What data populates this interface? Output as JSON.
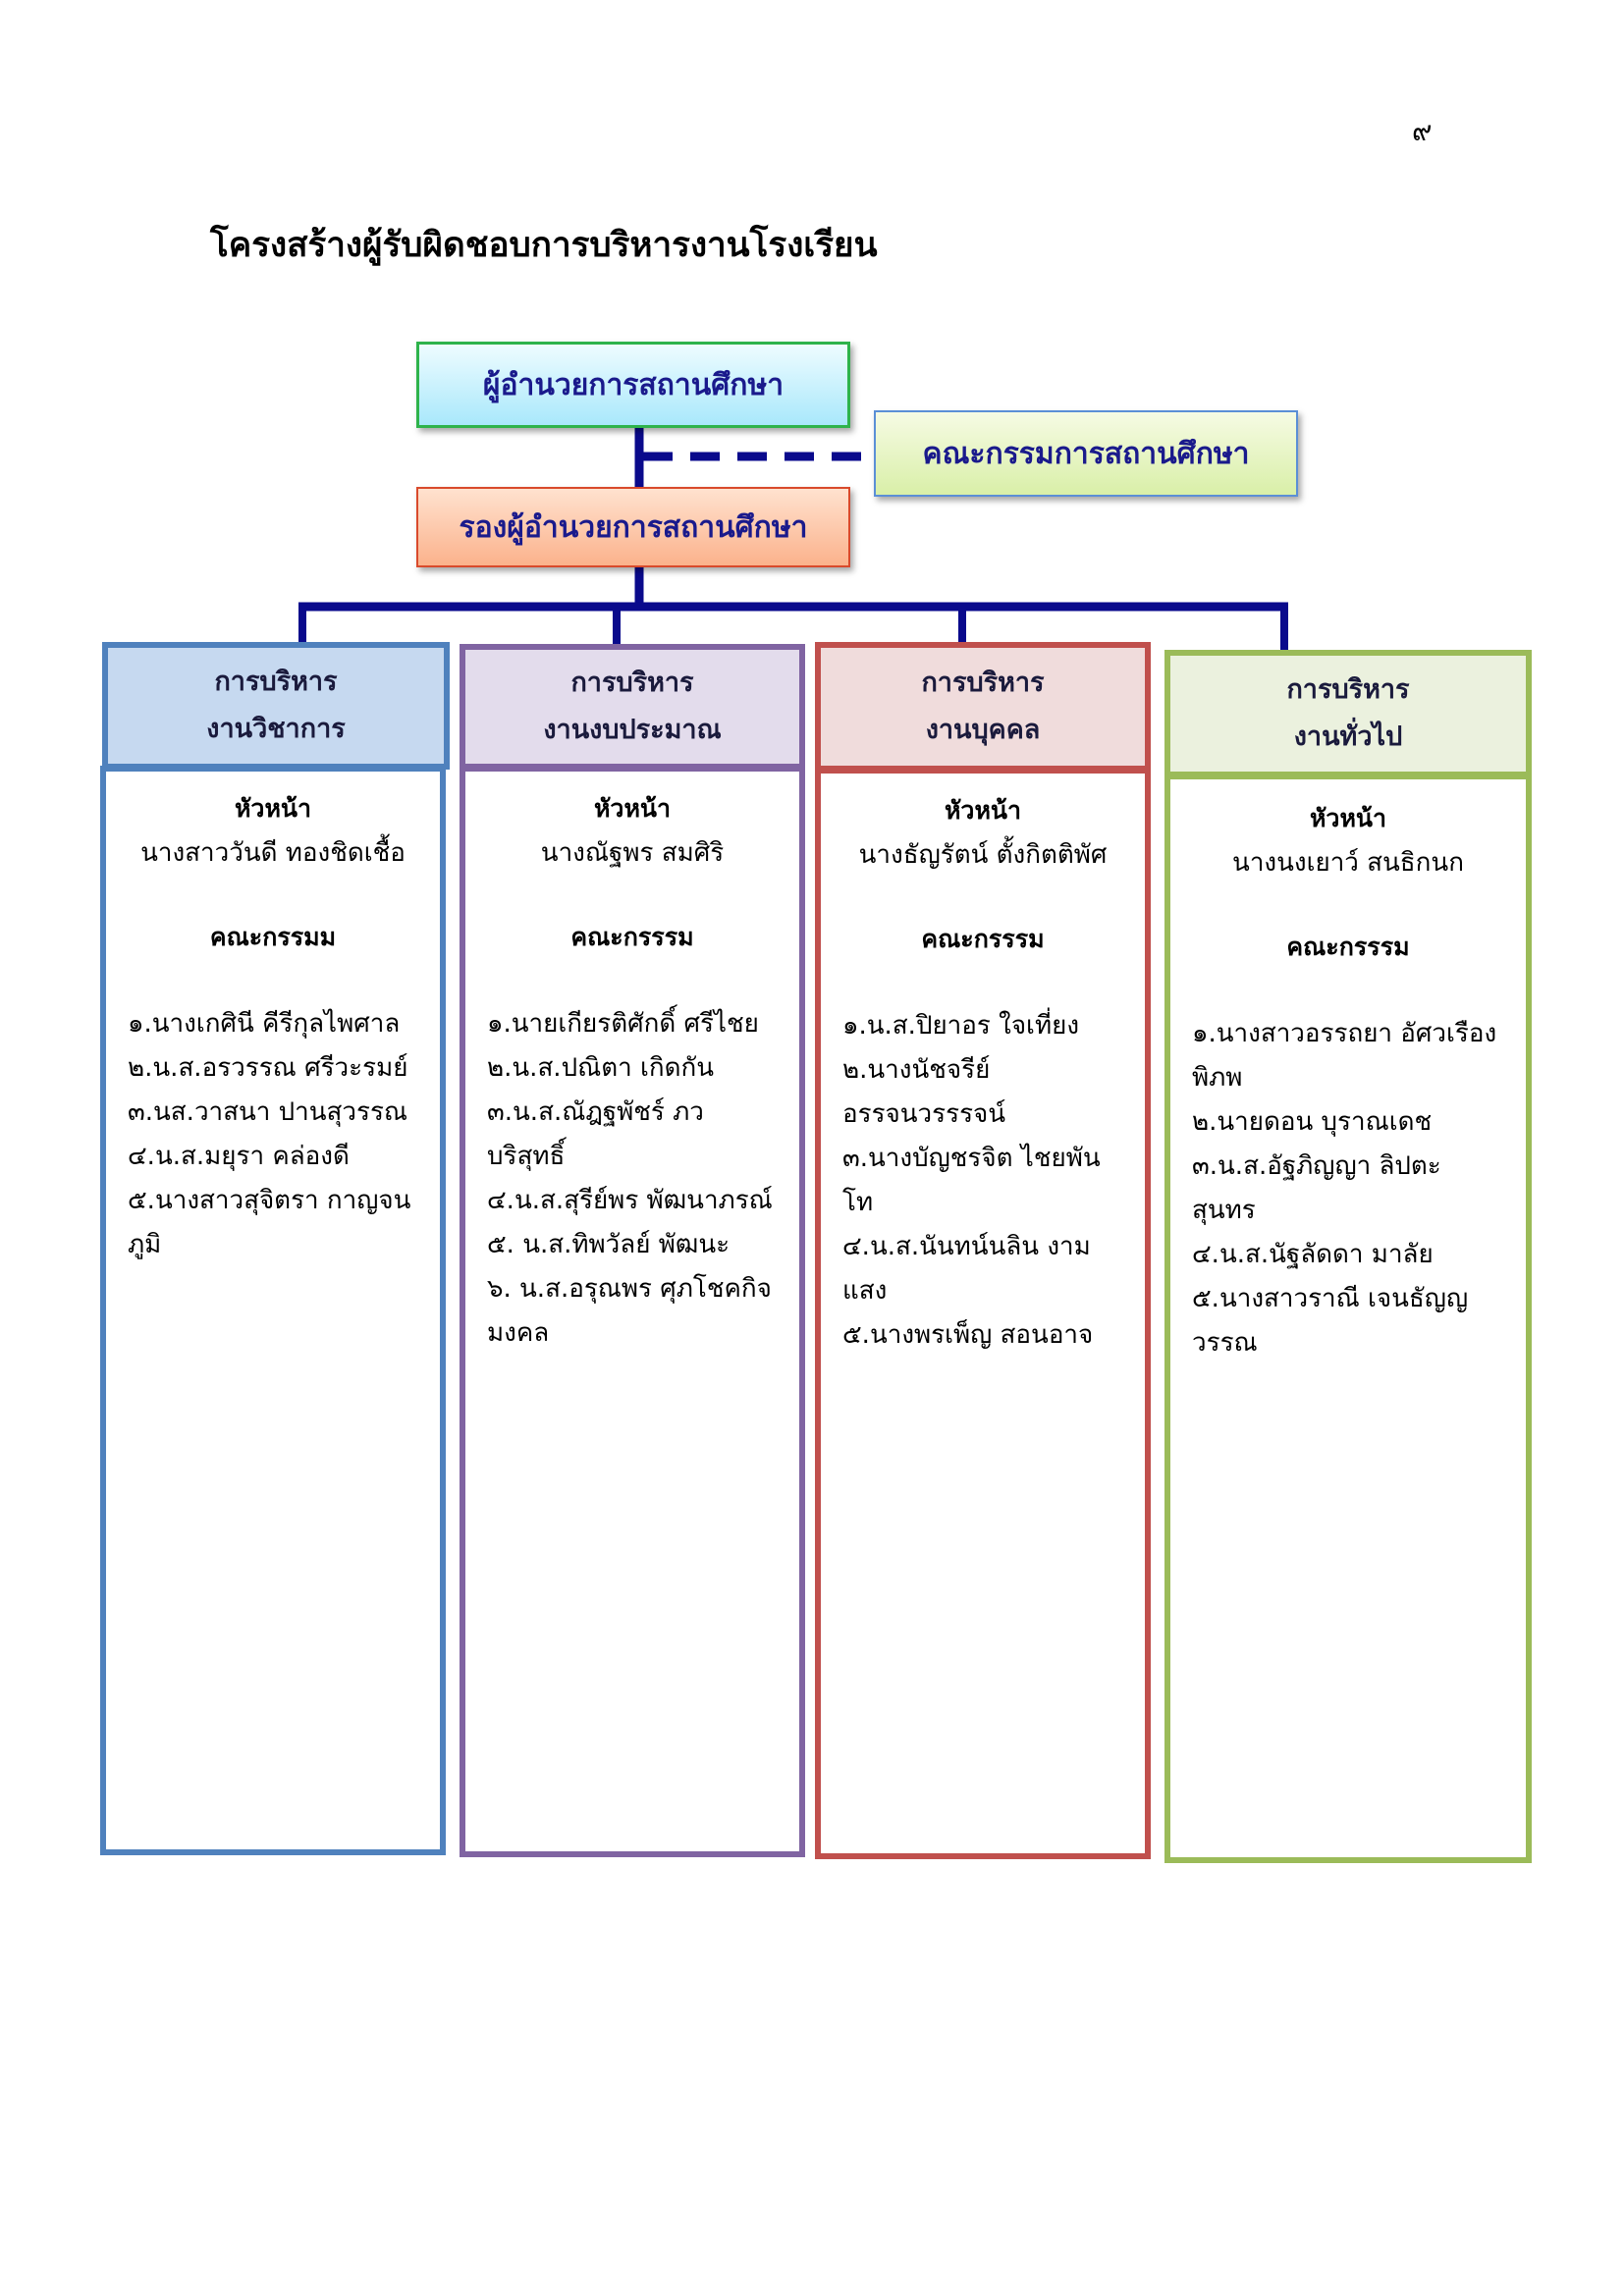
{
  "page_number": "๙",
  "title": "โครงสร้างผู้รับผิดชอบการบริหารงานโรงเรียน",
  "director": "ผู้อำนวยการสถานศึกษา",
  "board": "คณะกรรมการสถานศึกษา",
  "deputy": "รองผู้อำนวยการสถานศึกษา",
  "colors": {
    "line": "#0a0a8c",
    "academic": "#4f81bd",
    "budget": "#8064a2",
    "personnel": "#c0504d",
    "general": "#9bbb59"
  },
  "departments": [
    {
      "title_line1": "การบริหาร",
      "title_line2": "งานวิชาการ",
      "head_label": "หัวหน้า",
      "head_name": "นางสาววันดี  ทองชิดเชื้อ",
      "committee_label": "คณะกรรมม",
      "members": [
        "๑.นางเกศินี  คีรีกุลไพศาล",
        "๒.น.ส.อรวรรณ  ศรีวะรมย์",
        "๓.นส.วาสนา ปานสุวรรณ",
        "๔.น.ส.มยุรา    คล่องดี",
        "๕.นางสาวสุจิตรา  กาญจน",
        "ภูมิ"
      ]
    },
    {
      "title_line1": "การบริหาร",
      "title_line2": "งานงบประมาณ",
      "head_label": "หัวหน้า",
      "head_name": "นางณัฐพร  สมศิริ",
      "committee_label": "คณะกรรรม",
      "members": [
        "๑.นายเกียรติศักดิ์  ศรีไชย",
        "๒.น.ส.ปณิตา  เกิดกัน",
        "๓.น.ส.ณัฎฐพัชร์  ภวบริสุทธิ์",
        "๔.น.ส.สุรีย์พร  พัฒนาภรณ์",
        "๕. น.ส.ทิพวัลย์  พัฒนะ",
        "๖. น.ส.อรุณพร  ศุภโชคกิจ",
        "มงคล"
      ]
    },
    {
      "title_line1": "การบริหาร",
      "title_line2": "งานบุคคล",
      "head_label": "หัวหน้า",
      "head_name": "นางธัญรัตน์  ตั้งกิตติพัศ",
      "committee_label": "คณะกรรรม",
      "members": [
        "๑.น.ส.ปิยาอร  ใจเที่ยง",
        "๒.นางนัชจรีย์",
        "อรรจนวรรรจน์",
        "๓.นางบัญชรจิต  ไชยพันโท",
        "๔.น.ส.นันทน์นลิน  งามแสง",
        "๕.นางพรเพ็ญ  สอนอาจ"
      ]
    },
    {
      "title_line1": "การบริหาร",
      "title_line2": "งานทั่วไป",
      "head_label": "หัวหน้า",
      "head_name": "นางนงเยาว์   สนธิกนก",
      "committee_label": "คณะกรรรม",
      "members": [
        "๑.นางสาวอรรถยา  อัศวเรือง",
        "พิภพ",
        "๒.นายดอน  บุราณเดช",
        "๓.น.ส.อัฐภิญญา  ลิปตะสุนทร",
        "๔.น.ส.นัฐลัดดา  มาลัย",
        "๕.นางสาวราณี  เจนธัญญวรรณ"
      ]
    }
  ]
}
